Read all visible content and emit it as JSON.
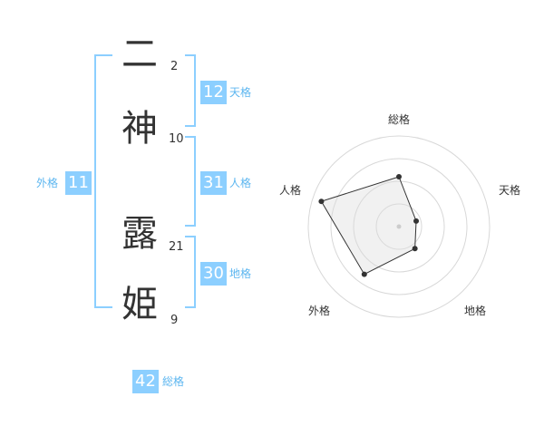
{
  "name": {
    "chars": [
      {
        "char": "二",
        "strokes": "2"
      },
      {
        "char": "神",
        "strokes": "10"
      },
      {
        "char": "露",
        "strokes": "21"
      },
      {
        "char": "姫",
        "strokes": "9"
      }
    ]
  },
  "kaku": {
    "ten": {
      "value": "12",
      "label": "天格"
    },
    "jin": {
      "value": "31",
      "label": "人格"
    },
    "chi": {
      "value": "30",
      "label": "地格"
    },
    "gai": {
      "value": "11",
      "label": "外格"
    },
    "sou": {
      "value": "42",
      "label": "総格"
    }
  },
  "colors": {
    "accent": "#8ccfff",
    "accent_text": "#5cb6f0",
    "ink": "#333333"
  },
  "chart_data": {
    "type": "radar",
    "axes": [
      "総格",
      "天格",
      "地格",
      "外格",
      "人格"
    ],
    "values": [
      0.55,
      0.2,
      0.3,
      0.65,
      0.9
    ],
    "max": 1,
    "rings": 4
  }
}
